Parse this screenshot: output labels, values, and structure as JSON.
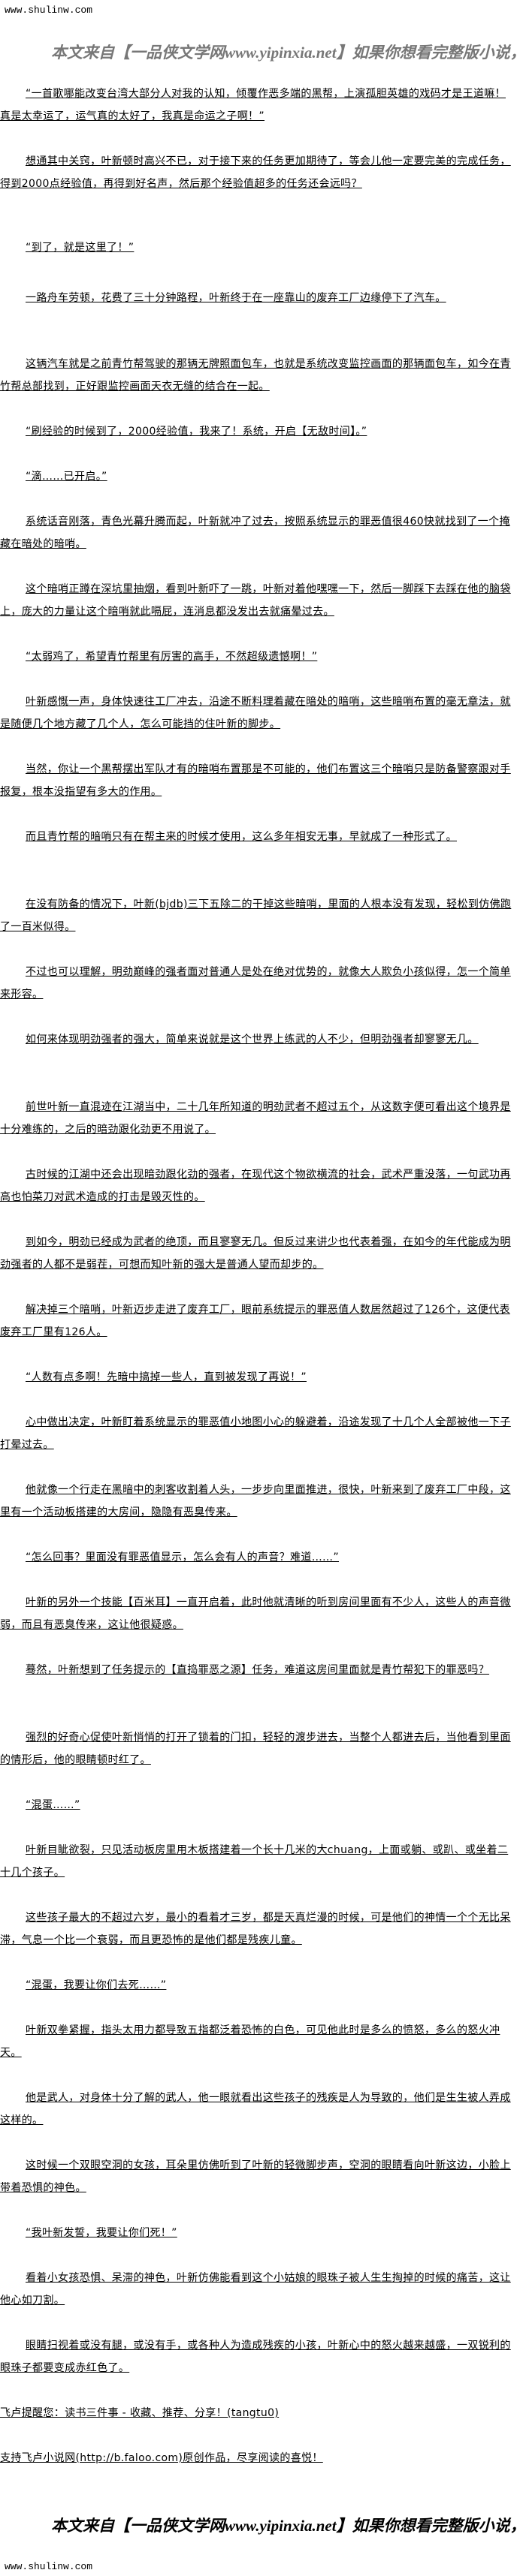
{
  "site_url": "www.shulinw.com",
  "banner": "本文来自【一品侠文学网www.yipinxia.net】如果你想看完整版小说，请",
  "paragraphs": [
    "“一首歌哪能改变台湾大部分人对我的认知，倾覆作恶多端的黑帮，上演孤胆英雄的戏码才是王道嘛！真是太幸运了，运气真的太好了，我真是命运之子啊！”",
    "想通其中关窍，叶新顿时高兴不已，对于接下来的任务更加期待了，等会儿他一定要完美的完成任务，得到2000点经验值，再得到好名声，然后那个经验值超多的任务还会远吗？",
    "“到了，就是这里了！”",
    "一路舟车劳顿，花费了三十分钟路程，叶新终于在一座靠山的废弃工厂边缘停下了汽车。",
    "这辆汽车就是之前青竹帮驾驶的那辆无牌照面包车，也就是系统改变监控画面的那辆面包车，如今在青竹帮总部找到，正好跟监控画面天衣无缝的结合在一起。",
    "“刷经验的时候到了，2000经验值，我来了！系统，开启【无敌时间】。”",
    "“滴……已开启。”",
    "系统话音刚落，青色光幕升腾而起，叶新就冲了过去，按照系统显示的罪恶值很460快就找到了一个掩藏在暗处的暗哨。",
    "这个暗哨正蹲在深坑里抽烟，看到叶新吓了一跳，叶新对着他嘿嘿一下，然后一脚踩下去踩在他的脑袋上，庞大的力量让这个暗哨就此嗝屁，连消息都没发出去就痛晕过去。",
    "“太弱鸡了，希望青竹帮里有厉害的高手，不然超级遗憾啊！”",
    "叶新感慨一声，身体快速往工厂冲去，沿途不断料理着藏在暗处的暗哨，这些暗哨布置的毫无章法，就是随便几个地方藏了几个人，怎么可能挡的住叶新的脚步。",
    "当然，你让一个黑帮摆出军队才有的暗哨布置那是不可能的，他们布置这三个暗哨只是防备警察跟对手报复，根本没指望有多大的作用。",
    "而且青竹帮的暗哨只有在帮主来的时候才使用，这么多年相安无事，早就成了一种形式了。",
    "在没有防备的情况下，叶新(bjdb)三下五除二的干掉这些暗哨，里面的人根本没有发现，轻松到仿佛跑了一百米似得。",
    "不过也可以理解，明劲巅峰的强者面对普通人是处在绝对优势的，就像大人欺负小孩似得，怎一个简单来形容。",
    "如何来体现明劲强者的强大，简单来说就是这个世界上练武的人不少，但明劲强者却寥寥无几。",
    "前世叶新一直混迹在江湖当中，二十几年所知道的明劲武者不超过五个，从这数字便可看出这个境界是十分难练的，之后的暗劲跟化劲更不用说了。",
    "古时候的江湖中还会出现暗劲跟化劲的强者，在现代这个物欲横流的社会，武术严重没落，一句武功再高也怕菜刀对武术造成的打击是毁灭性的。",
    "到如今，明劲已经成为武者的绝顶，而且寥寥无几。但反过来讲少也代表着强，在如今的年代能成为明劲强者的人都不是弱茬，可想而知叶新的强大是普通人望而却步的。",
    "解决掉三个暗哨，叶新迈步走进了废弃工厂，眼前系统提示的罪恶值人数居然超过了126个，这便代表废弃工厂里有126人。",
    "“人数有点多啊！先暗中搞掉一些人，直到被发现了再说！”",
    "心中做出决定，叶新盯着系统显示的罪恶值小地图小心的躲避着，沿途发现了十几个人全部被他一下子打晕过去。",
    "他就像一个行走在黑暗中的刺客收割着人头，一步步向里面推进，很快，叶新来到了废弃工厂中段，这里有一个活动板搭建的大房间，隐隐有恶臭传来。",
    "“怎么回事？里面没有罪恶值显示，怎么会有人的声音？难道……”",
    "叶新的另外一个技能【百米耳】一直开启着，此时他就清晰的听到房间里面有不少人，这些人的声音微弱，而且有恶臭传来，这让他很疑惑。",
    "蓦然，叶新想到了任务提示的【直捣罪恶之源】任务，难道这房间里面就是青竹帮犯下的罪恶吗？",
    "强烈的好奇心促使叶新悄悄的打开了锁着的门扣，轻轻的渡步进去，当整个人都进去后，当他看到里面的情形后，他的眼睛顿时红了。",
    "“混蛋……”",
    "叶新目眦欲裂，只见活动板房里用木板搭建着一个长十几米的大chuang，上面或躺、或趴、或坐着二十几个孩子。",
    "这些孩子最大的不超过六岁，最小的看着才三岁，都是天真烂漫的时候，可是他们的神情一个个无比呆滞，气息一个比一个衰弱，而且更恐怖的是他们都是残疾儿童。",
    "“混蛋，我要让你们去死……”",
    "叶新双拳紧握，指头太用力都导致五指都泛着恐怖的白色，可见他此时是多么的愤怒，多么的怒火冲天。",
    "他是武人，对身体十分了解的武人，他一眼就看出这些孩子的残疾是人为导致的，他们是生生被人弄成这样的。",
    "这时候一个双眼空洞的女孩，耳朵里仿佛听到了叶新的轻微脚步声，空洞的眼睛看向叶新这边，小脸上带着恐惧的神色。",
    "“我叶新发誓，我要让你们死！”",
    "看着小女孩恐惧、呆滞的神色，叶新仿佛能看到这个小姑娘的眼珠子被人生生掏掉的时候的痛苦，这让他心如刀割。",
    "眼睛扫视着或没有腿，或没有手，或各种人为造成残疾的小孩，叶新心中的怒火越来越盛，一双锐利的眼珠子都要变成赤红色了。"
  ],
  "footer": {
    "reminder": "飞卢提醒您：读书三件事 - 收藏、推荐、分享！(tangtu0)",
    "support": "支持飞卢小说网(http://b.faloo.com)原创作品，尽享阅读的喜悦！"
  }
}
